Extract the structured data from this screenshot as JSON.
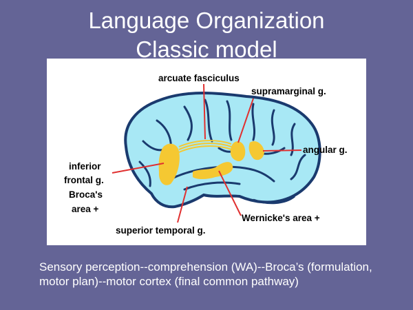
{
  "slide": {
    "title_line1": "Language Organization",
    "title_line2": "Classic model"
  },
  "figure": {
    "labels": {
      "arcuate_fasciculus": "arcuate fasciculus",
      "supramarginal": "supramarginal g.",
      "angular": "angular g.",
      "inferior_frontal_line1": "inferior",
      "inferior_frontal_line2": "frontal g.",
      "brocas_line1": "Broca's",
      "brocas_line2": "area +",
      "wernickes": "Wernicke's area +",
      "superior_temporal": "superior temporal g."
    },
    "colors": {
      "brain_fill": "#a8e8f5",
      "outline": "#1a3a6e",
      "highlight": "#f5c832",
      "pointer_line": "#e03030"
    }
  },
  "caption": "Sensory perception--comprehension (WA)--Broca’s (formulation, motor plan)--motor cortex (final common pathway)"
}
